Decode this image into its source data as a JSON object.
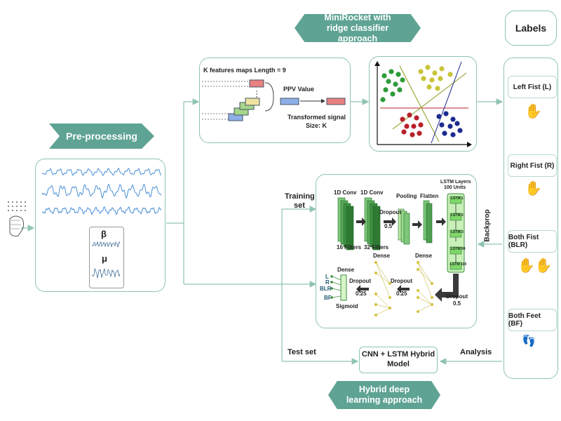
{
  "banners": {
    "minirocket": "MiniRocket with ridge classifier approach",
    "preprocessing": "Pre-processing",
    "hybrid": "Hybrid deep learning approach"
  },
  "labels": {
    "title": "Labels",
    "items": [
      "Left Fist (L)",
      "Right Fist (R)",
      "Both Fist (BLR)",
      "Both Feet (BF)"
    ]
  },
  "preprocessing": {
    "beta": "β",
    "mu": "μ"
  },
  "minirocket": {
    "kfeatures": "K features maps Length = 9",
    "ppv": "PPV Value",
    "transformed": "Transformed signal",
    "size": "Size: K"
  },
  "cnn": {
    "training_set": "Training set",
    "conv1": "1D Conv",
    "conv2": "1D Conv",
    "pooling": "Pooling",
    "flatten": "Flatten",
    "lstm_layers": "LSTM Layers",
    "lstm_units": "100 Units",
    "dropout": "Dropout",
    "dropout_val": "0.5",
    "filters16": "16 Filters",
    "filters32": "32 Filters",
    "backprop": "Backprop",
    "dense1": "Dense",
    "dense2": "Dense",
    "dense3": "Dense",
    "dropout_right": "Dropout",
    "dropout_right_val": "0.5",
    "dropout_mid": "Dropout",
    "dropout_mid_val": "0.25",
    "dropout_left": "Dropout",
    "dropout_left_val": "0.25",
    "sigmoid": "Sigmoid",
    "outputs": [
      "L",
      "R",
      "BLR",
      "BF"
    ],
    "lstm_cells": [
      "LSTM 1",
      "LSTM 2",
      "LSTM 3",
      "LSTM 99",
      "LSTM 100"
    ]
  },
  "bottom": {
    "test_set": "Test set",
    "model": "CNN + LSTM Hybrid Model",
    "analysis": "Analysis"
  },
  "colors": {
    "accent": "#5ea394",
    "panel_border": "#8fc3b4",
    "signal": "#4a8fd6",
    "green": "#2e9b3c",
    "red": "#b8212a",
    "blue": "#1c2b8f",
    "olive": "#8a9a1a"
  }
}
